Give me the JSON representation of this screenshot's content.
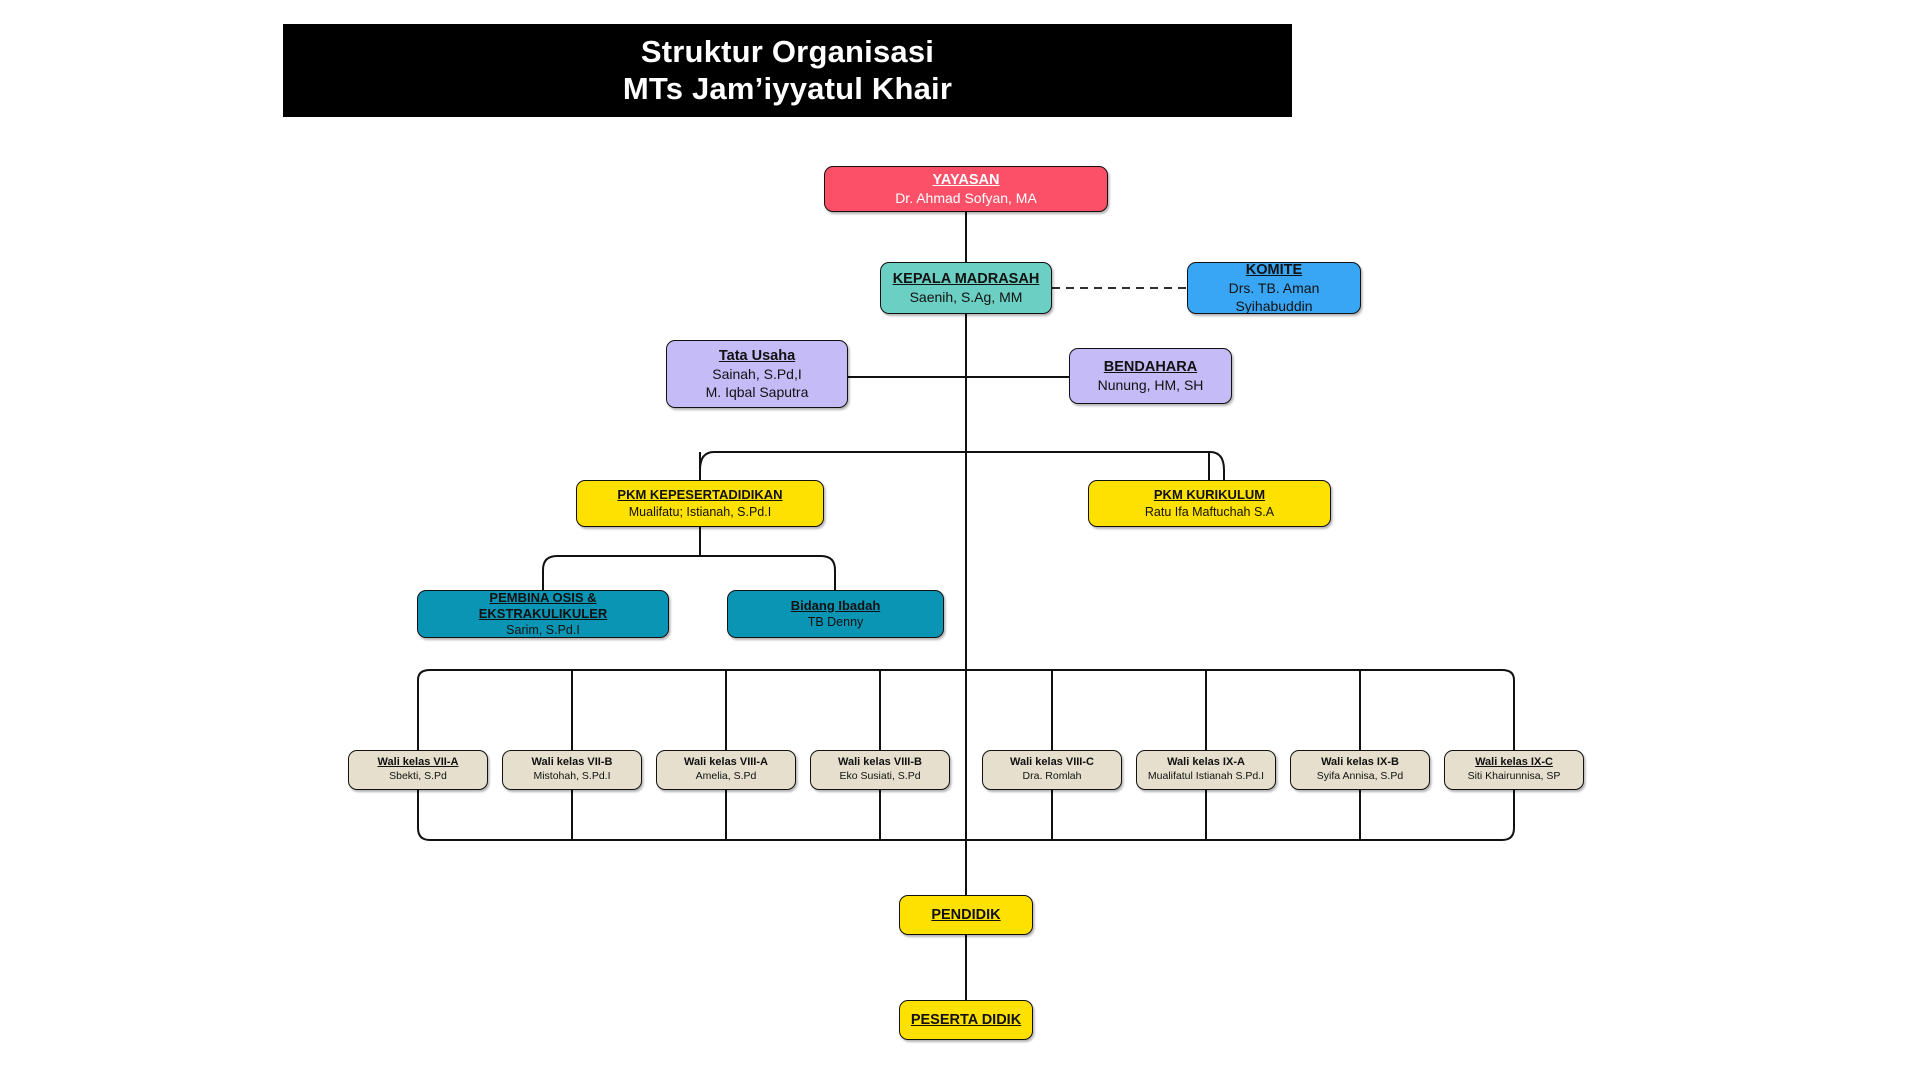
{
  "header": {
    "title_line1": "Struktur Organisasi",
    "title_line2": "MTs Jam’iyyatul Khair",
    "background": "#000000",
    "text_color": "#ffffff"
  },
  "colors": {
    "yayasan": "#fb5068",
    "kepala_madrasah": "#6ccfc3",
    "komite": "#39a6f5",
    "administrasi": "#c5bcf7",
    "pkm": "#ffe100",
    "bidang": "#0b95b4",
    "wali_kelas": "#e6dfcd",
    "line": "#111111",
    "page_background": "#ffffff"
  },
  "nodes": {
    "yayasan": {
      "title": "YAYASAN",
      "subtitle": "Dr. Ahmad Sofyan, MA"
    },
    "kepala_madrasah": {
      "title": "KEPALA MADRASAH",
      "subtitle": "Saenih, S.Ag, MM"
    },
    "komite": {
      "title": "KOMITE",
      "subtitle": "Drs. TB. Aman Syihabuddin"
    },
    "tata_usaha": {
      "title": "Tata Usaha",
      "subtitle": "Sainah, S.Pd,I",
      "subtitle2": "M. Iqbal Saputra"
    },
    "bendahara": {
      "title": "BENDAHARA",
      "subtitle": "Nunung, HM, SH"
    },
    "pkm_kepesertadidikan": {
      "title": "PKM KEPESERTADIDIKAN",
      "subtitle": "Mualifatu; Istianah, S.Pd.I"
    },
    "pkm_kurikulum": {
      "title": "PKM KURIKULUM",
      "subtitle": "Ratu Ifa Maftuchah S.A"
    },
    "pembina_osis": {
      "title": "PEMBINA OSIS & EKSTRAKULIKULER",
      "subtitle": "Sarim, S.Pd.I"
    },
    "bidang_ibadah": {
      "title": "Bidang Ibadah",
      "subtitle": "TB Denny"
    },
    "pendidik": {
      "title": "PENDIDIK"
    },
    "peserta_didik": {
      "title": "PESERTA DIDIK"
    }
  },
  "wali_kelas": [
    {
      "title": "Wali kelas VII-A",
      "subtitle": "Sbekti, S.Pd",
      "underline": true
    },
    {
      "title": "Wali kelas VII-B",
      "subtitle": "Mistohah, S.Pd.I",
      "underline": false
    },
    {
      "title": "Wali kelas VIII-A",
      "subtitle": "Amelia, S.Pd",
      "underline": false
    },
    {
      "title": "Wali kelas VIII-B",
      "subtitle": "Eko Susiati, S.Pd",
      "underline": false
    },
    {
      "title": "Wali kelas VIII-C",
      "subtitle": "Dra. Romlah",
      "underline": false
    },
    {
      "title": "Wali kelas IX-A",
      "subtitle": "Mualifatul Istianah S.Pd.I",
      "underline": false
    },
    {
      "title": "Wali kelas IX-B",
      "subtitle": "Syifa Annisa, S.Pd",
      "underline": false
    },
    {
      "title": "Wali kelas IX-C",
      "subtitle": "Siti Khairunnisa, SP",
      "underline": true
    }
  ]
}
